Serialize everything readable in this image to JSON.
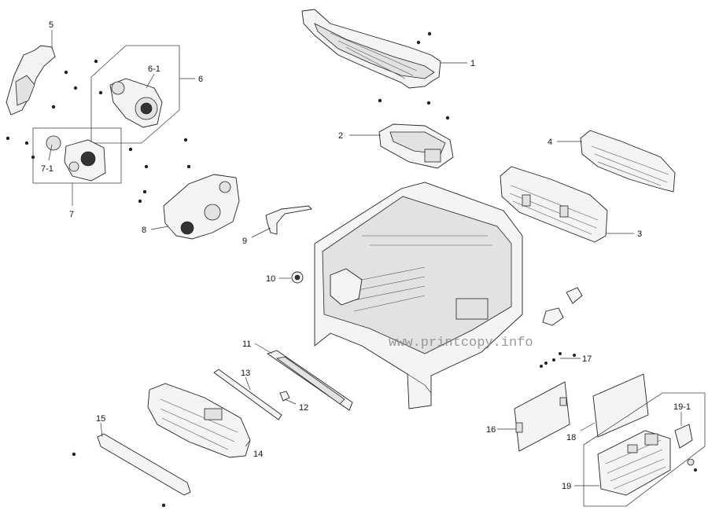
{
  "callouts": [
    {
      "id": "1",
      "text": "1"
    },
    {
      "id": "2",
      "text": "2"
    },
    {
      "id": "3",
      "text": "3"
    },
    {
      "id": "4",
      "text": "4"
    },
    {
      "id": "5",
      "text": "5"
    },
    {
      "id": "6",
      "text": "6"
    },
    {
      "id": "6-1",
      "text": "6-1"
    },
    {
      "id": "7",
      "text": "7"
    },
    {
      "id": "7-1",
      "text": "7-1"
    },
    {
      "id": "8",
      "text": "8"
    },
    {
      "id": "9",
      "text": "9"
    },
    {
      "id": "10",
      "text": "10"
    },
    {
      "id": "11",
      "text": "11"
    },
    {
      "id": "12",
      "text": "12"
    },
    {
      "id": "13",
      "text": "13"
    },
    {
      "id": "14",
      "text": "14"
    },
    {
      "id": "15",
      "text": "15"
    },
    {
      "id": "16",
      "text": "16"
    },
    {
      "id": "17",
      "text": "17"
    },
    {
      "id": "18",
      "text": "18"
    },
    {
      "id": "19",
      "text": "19"
    },
    {
      "id": "19-1",
      "text": "19-1"
    }
  ],
  "watermark": "www.printcopy.info"
}
